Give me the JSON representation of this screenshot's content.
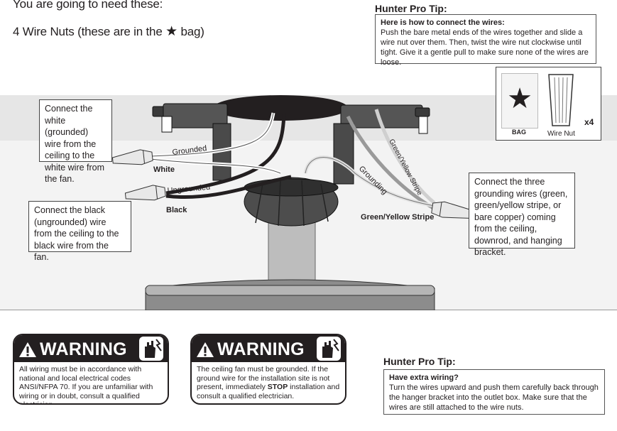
{
  "header": {
    "need_title": "You are going to need these:",
    "wire_nuts_pre": "4 Wire Nuts (these are in the",
    "wire_nuts_post": "bag)"
  },
  "top_tip": {
    "title": "Hunter Pro Tip:",
    "heading": "Here is how to connect the wires:",
    "body": "Push the bare metal ends of the wires together and slide a wire nut over them. Then, twist the wire nut clockwise until tight. Give it a gentle pull to make sure none of the wires are loose."
  },
  "parts_box": {
    "bag_label": "BAG",
    "nut_label": "Wire Nut",
    "quantity": "x4"
  },
  "callouts": {
    "white": "Connect the white (grounded) wire from the ceiling to the white wire from the fan.",
    "black": "Connect the black (ungrounded) wire from the ceiling to the black wire from the fan.",
    "ground": "Connect the three grounding wires (green, green/yellow stripe, or bare copper) coming from the ceiling, downrod, and hanging bracket."
  },
  "wire_labels": {
    "grounded": "Grounded",
    "white": "White",
    "ungrounded": "Ungrounded",
    "black": "Black",
    "grounding": "Grounding",
    "green_yellow_stripe_diag": "Green/Yellow Stripe",
    "green_yellow_stripe": "Green/Yellow Stripe"
  },
  "warnings": [
    {
      "word": "WARNING",
      "text": "All wiring must be in accordance with national and local electrical codes ANSI/NFPA 70.  If you are unfamiliar with wiring or in doubt, consult a qualified electrician."
    },
    {
      "word": "WARNING",
      "text_pre": "The ceiling fan must be grounded. If the ground wire for the installation site is not present, immediately ",
      "text_stop": "STOP",
      "text_post": " installation and consult a qualified electrician."
    }
  ],
  "bottom_tip": {
    "title": "Hunter Pro Tip:",
    "heading": "Have extra wiring?",
    "body": "Turn the wires upward and push them carefully back through the hanger bracket into the outlet box. Make sure that the wires are still attached to the wire nuts."
  },
  "colors": {
    "ink": "#231f20",
    "band": "#e6e6e6",
    "band_light": "#f2f2f2"
  }
}
